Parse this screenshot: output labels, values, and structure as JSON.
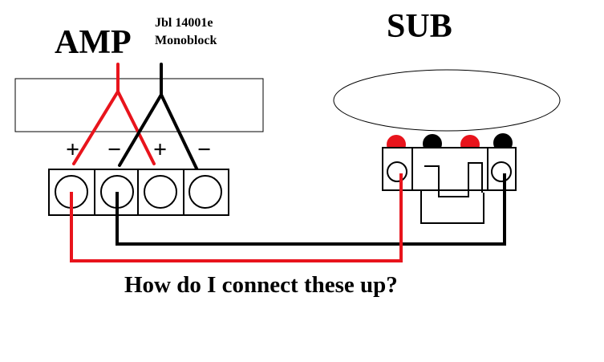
{
  "amp": {
    "title": "AMP",
    "model_line1": "Jbl 14001e",
    "model_line2": "Monoblock",
    "terminal_marks": [
      "+",
      "−",
      "+",
      "−"
    ]
  },
  "sub": {
    "title": "SUB"
  },
  "question": "How do I connect these up?",
  "colors": {
    "positive_wire": "#e8141c",
    "negative_wire": "#000000",
    "background": "#ffffff"
  }
}
